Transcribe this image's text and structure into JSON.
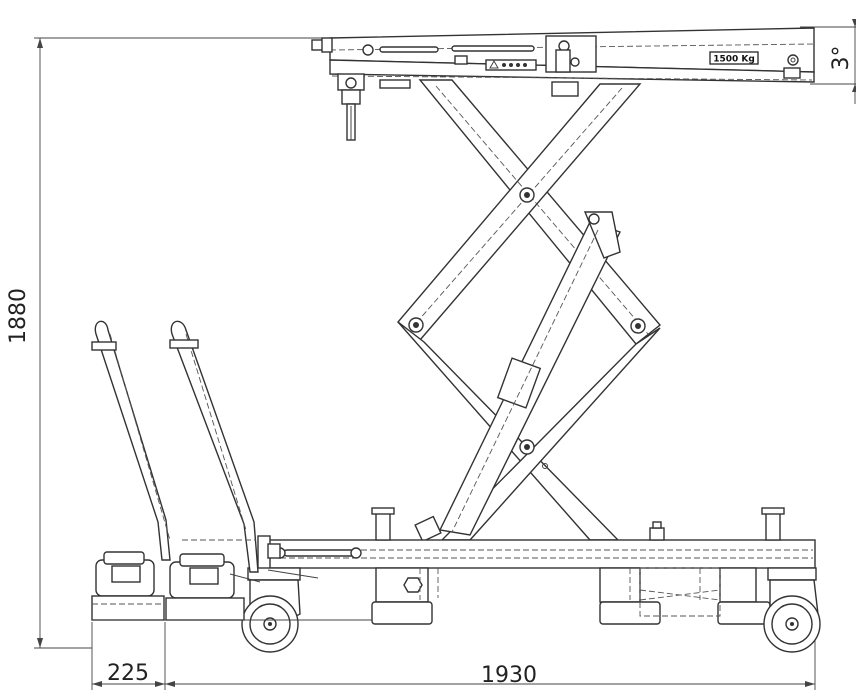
{
  "dimensions": {
    "height": "1880",
    "handle_offset": "225",
    "length": "1930",
    "tilt": "3°"
  },
  "labels": {
    "capacity": "1500 Kg"
  },
  "colors": {
    "line": "#333333",
    "background": "#ffffff"
  }
}
